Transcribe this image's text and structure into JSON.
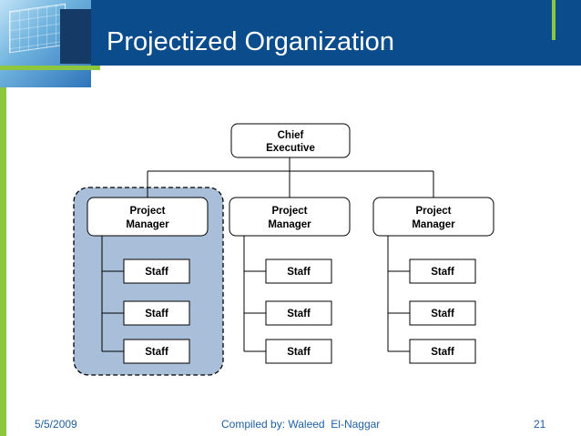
{
  "slide": {
    "title": "Projectized Organization"
  },
  "org_chart": {
    "root": {
      "line1": "Chief",
      "line2": "Executive"
    },
    "managers": [
      {
        "line1": "Project",
        "line2": "Manager",
        "highlighted": true,
        "staff": [
          "Staff",
          "Staff",
          "Staff"
        ]
      },
      {
        "line1": "Project",
        "line2": "Manager",
        "highlighted": false,
        "staff": [
          "Staff",
          "Staff",
          "Staff"
        ]
      },
      {
        "line1": "Project",
        "line2": "Manager",
        "highlighted": false,
        "staff": [
          "Staff",
          "Staff",
          "Staff"
        ]
      }
    ]
  },
  "footer": {
    "date": "5/5/2009",
    "credit": "Compiled by: Waleed  El-Naggar",
    "page_number": "21"
  },
  "colors": {
    "header": "#0b4c8c",
    "accent_green": "#8dc63f",
    "highlight_fill": "#a8bed9",
    "footer_text": "#1f5fa0"
  }
}
